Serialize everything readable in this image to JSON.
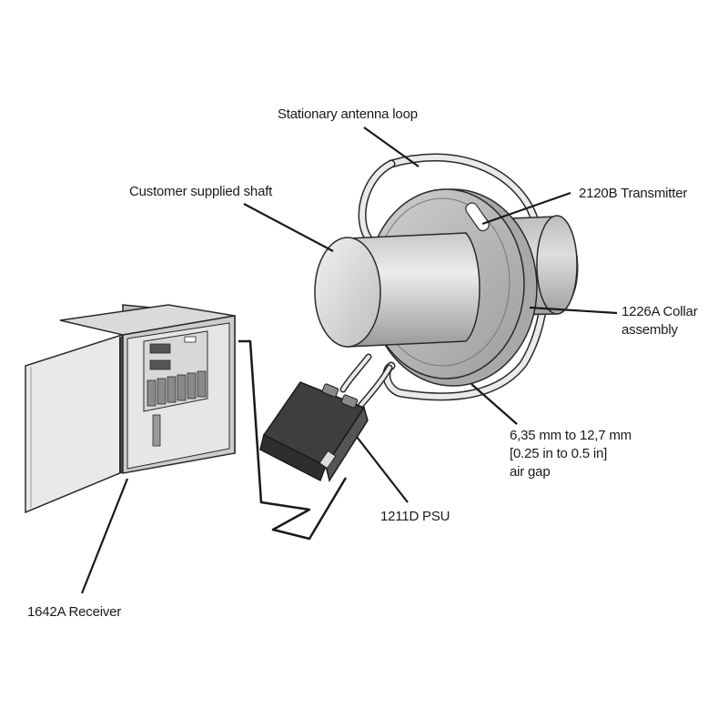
{
  "labels": {
    "antenna_loop": "Stationary antenna loop",
    "shaft": "Customer supplied shaft",
    "transmitter": "2120B Transmitter",
    "collar_line1": "1226A Collar",
    "collar_line2": "assembly",
    "airgap_line1": "6,35 mm to 12,7 mm",
    "airgap_line2": "[0.25 in to 0.5 in]",
    "airgap_line3": "air gap",
    "psu": "1211D PSU",
    "receiver": "1642A Receiver"
  },
  "colors": {
    "outline": "#2a2a2a",
    "collar_fill": "#b9b9b9",
    "shaft_fill": "#d4d4d4",
    "psu_fill": "#4a4a4a",
    "cabinet_fill": "#cfcfcf"
  }
}
